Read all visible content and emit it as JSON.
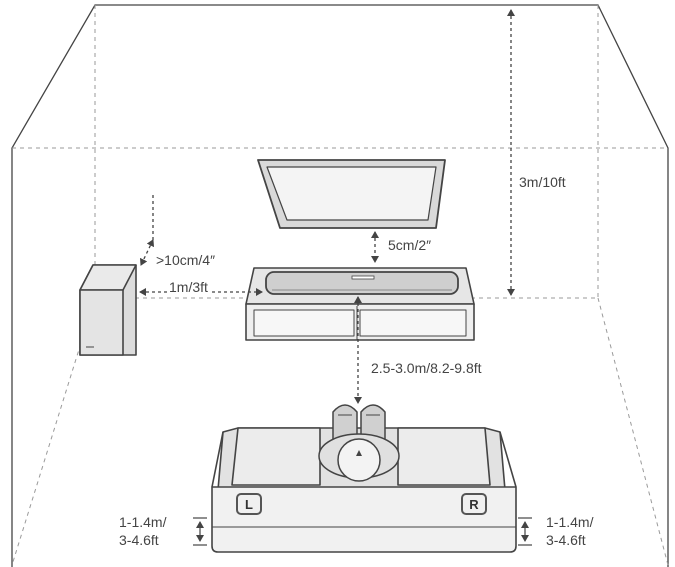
{
  "labels": {
    "ceiling_height": "3m/10ft",
    "tv_gap": "5cm/2″",
    "sub_wall_gap": ">10cm/4″",
    "sub_distance": "1m/3ft",
    "listening_distance": "2.5-3.0m/8.2-9.8ft",
    "left_height_line1": "1-1.4m/",
    "left_height_line2": "3-4.6ft",
    "right_height_line1": "1-1.4m/",
    "right_height_line2": "3-4.6ft"
  },
  "speakers": {
    "left": "L",
    "right": "R"
  },
  "colors": {
    "outline": "#444444",
    "dashed": "#9a9a9a",
    "fill_light": "#f2f2f2",
    "fill_mid": "#d9d9d9"
  }
}
